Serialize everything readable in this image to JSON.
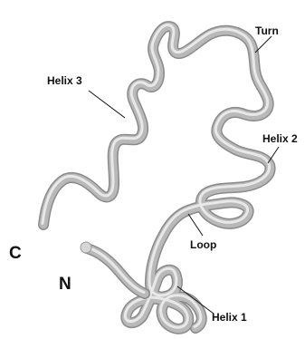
{
  "labels": {
    "turn": "Turn",
    "helix3": "Helix 3",
    "helix2": "Helix 2",
    "loop": "Loop",
    "helix1": "Helix 1",
    "c_terminus": "C",
    "n_terminus": "N"
  },
  "colors": {
    "tube_shadow": "#8a8a8a",
    "tube_mid": "#b9b9b9",
    "tube_highlight": "#e8e8e8",
    "text": "#111111",
    "background": "#ffffff"
  }
}
